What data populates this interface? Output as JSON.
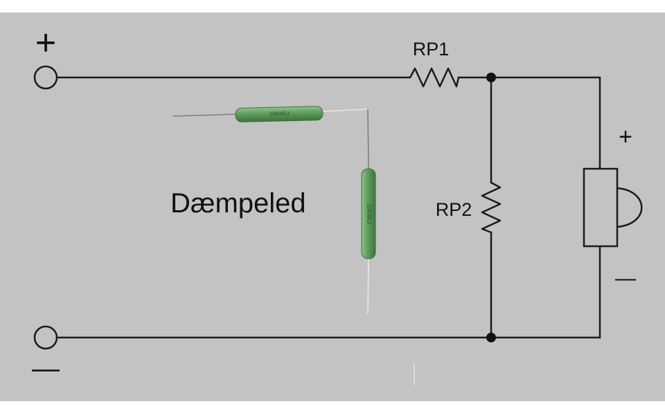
{
  "colors": {
    "background": "#c3c3c3",
    "frame": "#ffffff",
    "wire": "#1a1a1a",
    "resistor_body": "#5e9c5c",
    "resistor_lead": "#8a8a8a"
  },
  "input": {
    "positive_sign": "+",
    "negative_sign": "—"
  },
  "components": {
    "rp1_label": "RP1",
    "rp2_label": "RP2"
  },
  "speaker": {
    "positive_sign": "+",
    "negative_sign": "—"
  },
  "caption": "Dæmpeled",
  "photo": {
    "resistor_marking_1": "10R4RJ",
    "resistor_marking_2": "10R4RJ"
  }
}
